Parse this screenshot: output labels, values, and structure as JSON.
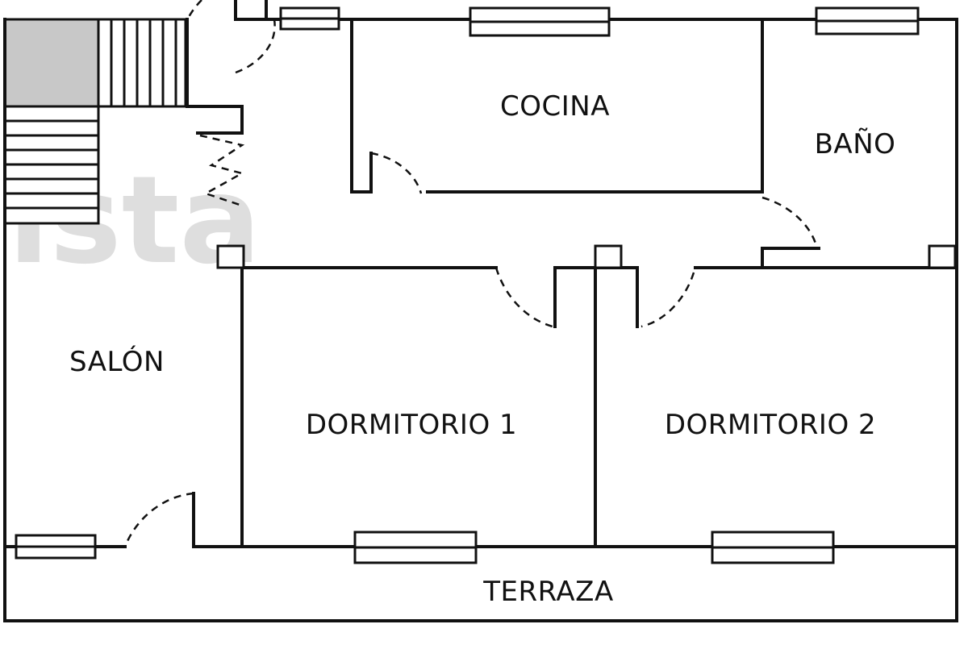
{
  "plan": {
    "rooms": {
      "cocina": "COCINA",
      "bano": "BAÑO",
      "salon": "SALÓN",
      "dormitorio1": "DORMITORIO 1",
      "dormitorio2": "DORMITORIO 2",
      "terraza": "TERRAZA"
    },
    "watermark": "ista",
    "colors": {
      "wall": "#111111",
      "stair_fill": "#c8c8c8",
      "background": "#ffffff"
    }
  }
}
